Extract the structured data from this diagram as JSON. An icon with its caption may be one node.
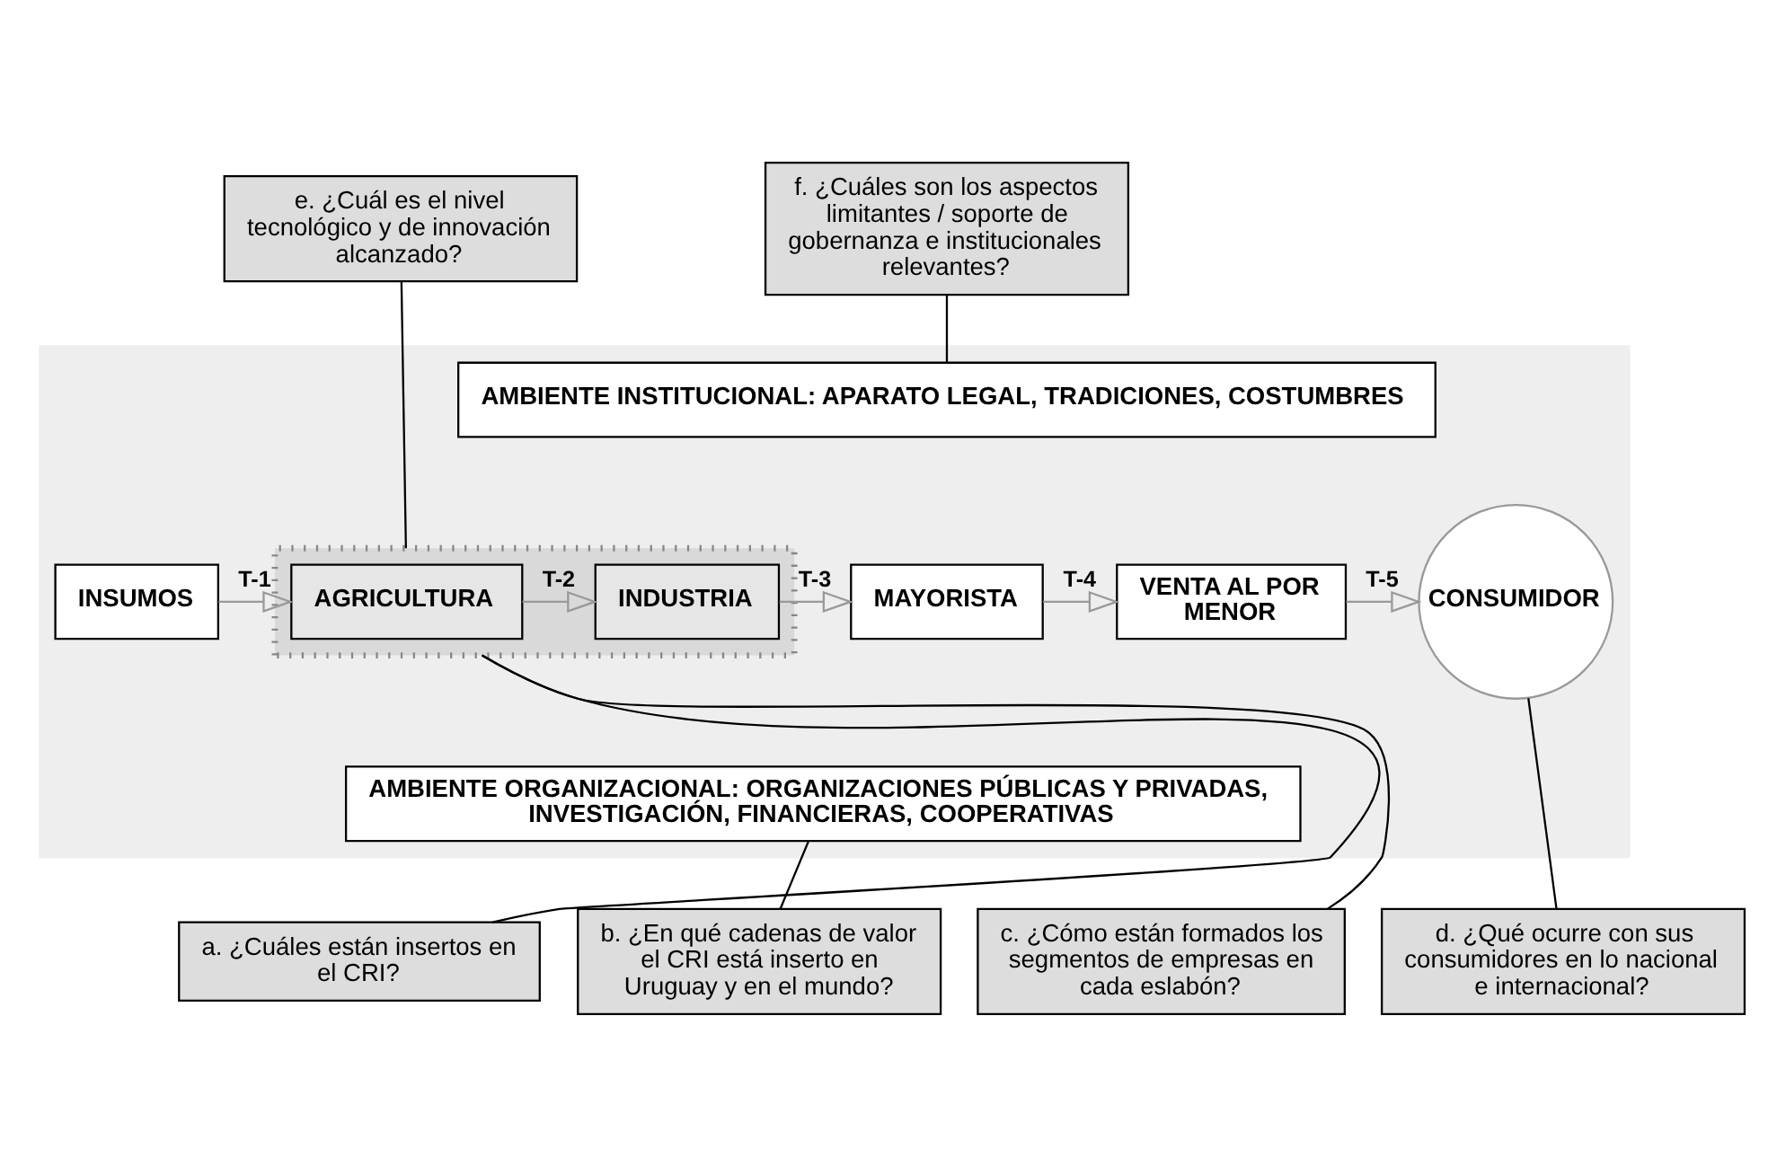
{
  "diagram": {
    "nodes": [
      {
        "text": [
          "e. ¿Cuál es el nivel tecnológico y de innovación alcanzado?"
        ]
      },
      {
        "text": [
          "f. ¿Cuáles son los aspectos limitantes / soporte de gobernanza e institucionales relevantes?"
        ]
      },
      {
        "text": [],
        "shape": "box"
      },
      {
        "text": [
          "AMBIENTE INSTITUCIONAL: APARATO LEGAL, TRADICIONES, COSTUMBRES"
        ],
        "in": 2
      },
      {
        "text": [
          "INSUMOS"
        ],
        "in": 2
      },
      {
        "text": [],
        "shape": "box",
        "in": 2
      },
      {
        "text": [
          "AGRICULTURA"
        ],
        "in": 5
      },
      {
        "text": [
          "INDUSTRIA"
        ],
        "in": 5
      },
      {
        "text": [
          "MAYORISTA"
        ],
        "in": 2
      },
      {
        "text": [
          "VENTA AL POR MENOR"
        ],
        "in": 2
      },
      {
        "text": [
          "CONSUMIDOR"
        ],
        "in": 2
      },
      {
        "text": [
          "AMBIENTE ORGANIZACIONAL: ORGANIZACIONES PÚBLICAS Y PRIVADAS, INVESTIGACIÓN, FINANCIERAS, COOPERATIVAS"
        ],
        "in": 2
      },
      {
        "text": [
          "a. ¿Cuáles están insertos en el CRI?"
        ]
      },
      {
        "text": [
          "b. ¿En qué cadenas de valor el CRI está inserto en Uruguay y en el mundo?"
        ]
      },
      {
        "text": [
          "c. ¿Cómo están formados los segmentos de empresas en cada eslabón?"
        ]
      },
      {
        "text": [
          "d. ¿Qué ocurre con sus consumidores en lo nacional e internacional?"
        ]
      }
    ],
    "edges": [
      {
        "from": 4,
        "to": 6,
        "arrow": "to",
        "label": "T-1",
        "color": "#999999"
      },
      {
        "from": 6,
        "to": 7,
        "arrow": "to",
        "label": "T-2",
        "color": "#999999"
      },
      {
        "from": 7,
        "to": 8,
        "arrow": "to",
        "label": "T-3",
        "color": "#999999"
      },
      {
        "from": 8,
        "to": 9,
        "arrow": "to",
        "label": "T-4",
        "color": "#999999"
      },
      {
        "from": 9,
        "to": 10,
        "arrow": "to",
        "label": "T-5",
        "color": "#999999"
      },
      {
        "from": 0,
        "to": 5,
        "arrow": "none"
      },
      {
        "from": 1,
        "to": 3,
        "arrow": "none"
      },
      {
        "from": 12,
        "to": 5,
        "arrow": "none"
      },
      {
        "from": 13,
        "to": 11,
        "arrow": "none"
      },
      {
        "from": 14,
        "to": 5,
        "arrow": "none"
      },
      {
        "from": 15,
        "to": 10,
        "arrow": "none"
      }
    ]
  }
}
